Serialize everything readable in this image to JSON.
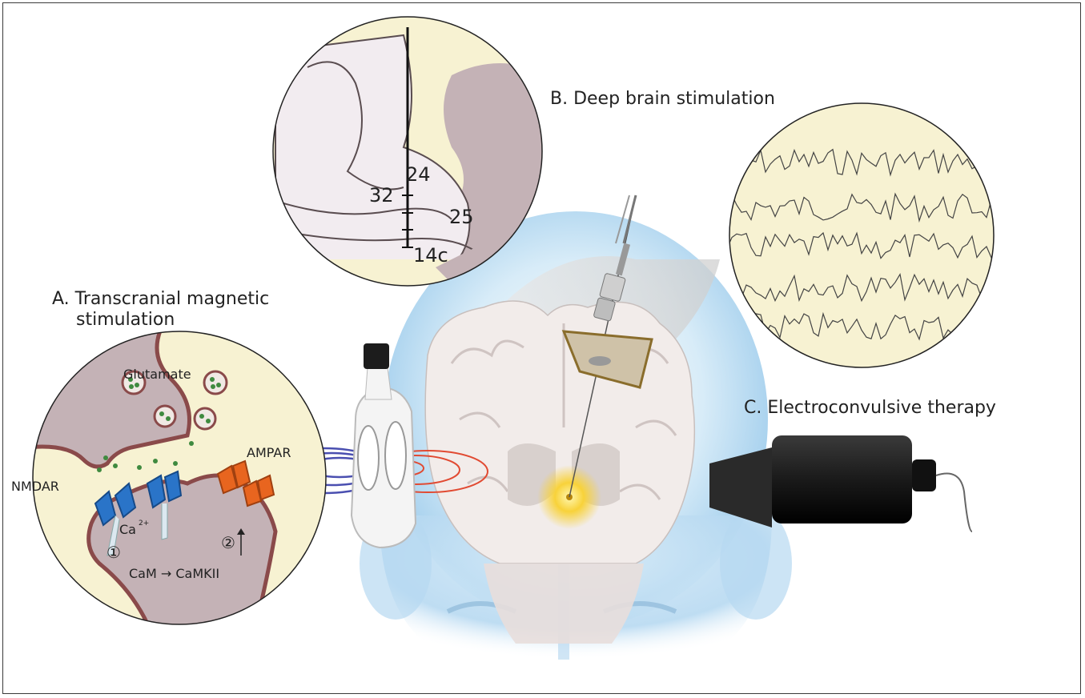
{
  "labels": {
    "tms_line1": "A. Transcranial magnetic",
    "tms_line2": "stimulation",
    "dbs": "B. Deep brain stimulation",
    "ect": "C. Electroconvulsive therapy"
  },
  "dbs_inset": {
    "areas": [
      "24",
      "32",
      "25",
      "14c"
    ]
  },
  "synapse_inset": {
    "glutamate": "Glutamate",
    "nmdar": "NMDAR",
    "ampar": "AMPAR",
    "calcium": "Ca",
    "calcium_charge": "2+",
    "step1": "①",
    "step2": "②",
    "pathway": "CaM → CaMKII"
  },
  "colors": {
    "inset_background": "#f7f2d2",
    "brain_tissue": "#c4b2b6",
    "membrane": "#8a4a4a",
    "nmdar": "#2a74c8",
    "ampar": "#e8651f",
    "coil_field": "#4a4fb0",
    "brain_field": "#e14a32",
    "head_glow": "#b8dcf2",
    "stimulation_glow": "#f8d23a"
  }
}
